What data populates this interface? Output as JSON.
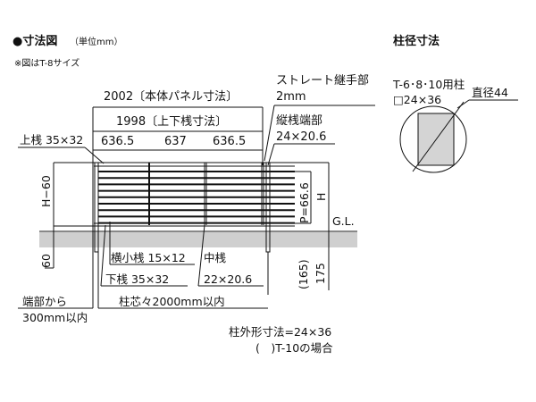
{
  "title": {
    "main": "●寸法図",
    "unit": "（単位mm）",
    "note": "※図はT-8サイズ"
  },
  "post_section": {
    "title": "柱径寸法",
    "type": "T-6･8･10用柱",
    "size": "□24×36",
    "diameter": "直径44"
  },
  "dimensions": {
    "panel": "2002〔本体パネル寸法〕",
    "rail_span": "1998〔上下桟寸法〕",
    "spans": [
      "636.5",
      "637",
      "636.5"
    ],
    "top_rail": "上桟 35×32",
    "joint_label": "ストレート継手部",
    "joint_value": "2mm",
    "end_stile_label": "縦桟端部",
    "end_stile_value": "24×20.6",
    "h_minus": "H−60",
    "embed": "60",
    "pitch": "P=66.6",
    "h": "H",
    "gl": "G.L.",
    "depth_t10": "(165)",
    "depth": "175",
    "slat_label": "横小桟 15×12",
    "bottom_rail": "下桟 35×32",
    "mid_stile_label": "中桟",
    "mid_stile_value": "22×20.6",
    "post_pitch": "柱芯々2000mm以内",
    "end_from": "端部から",
    "end_limit": "300mm以内",
    "post_outer": "柱外形寸法=24×36",
    "t10_note": "(　)T-10の場合"
  }
}
